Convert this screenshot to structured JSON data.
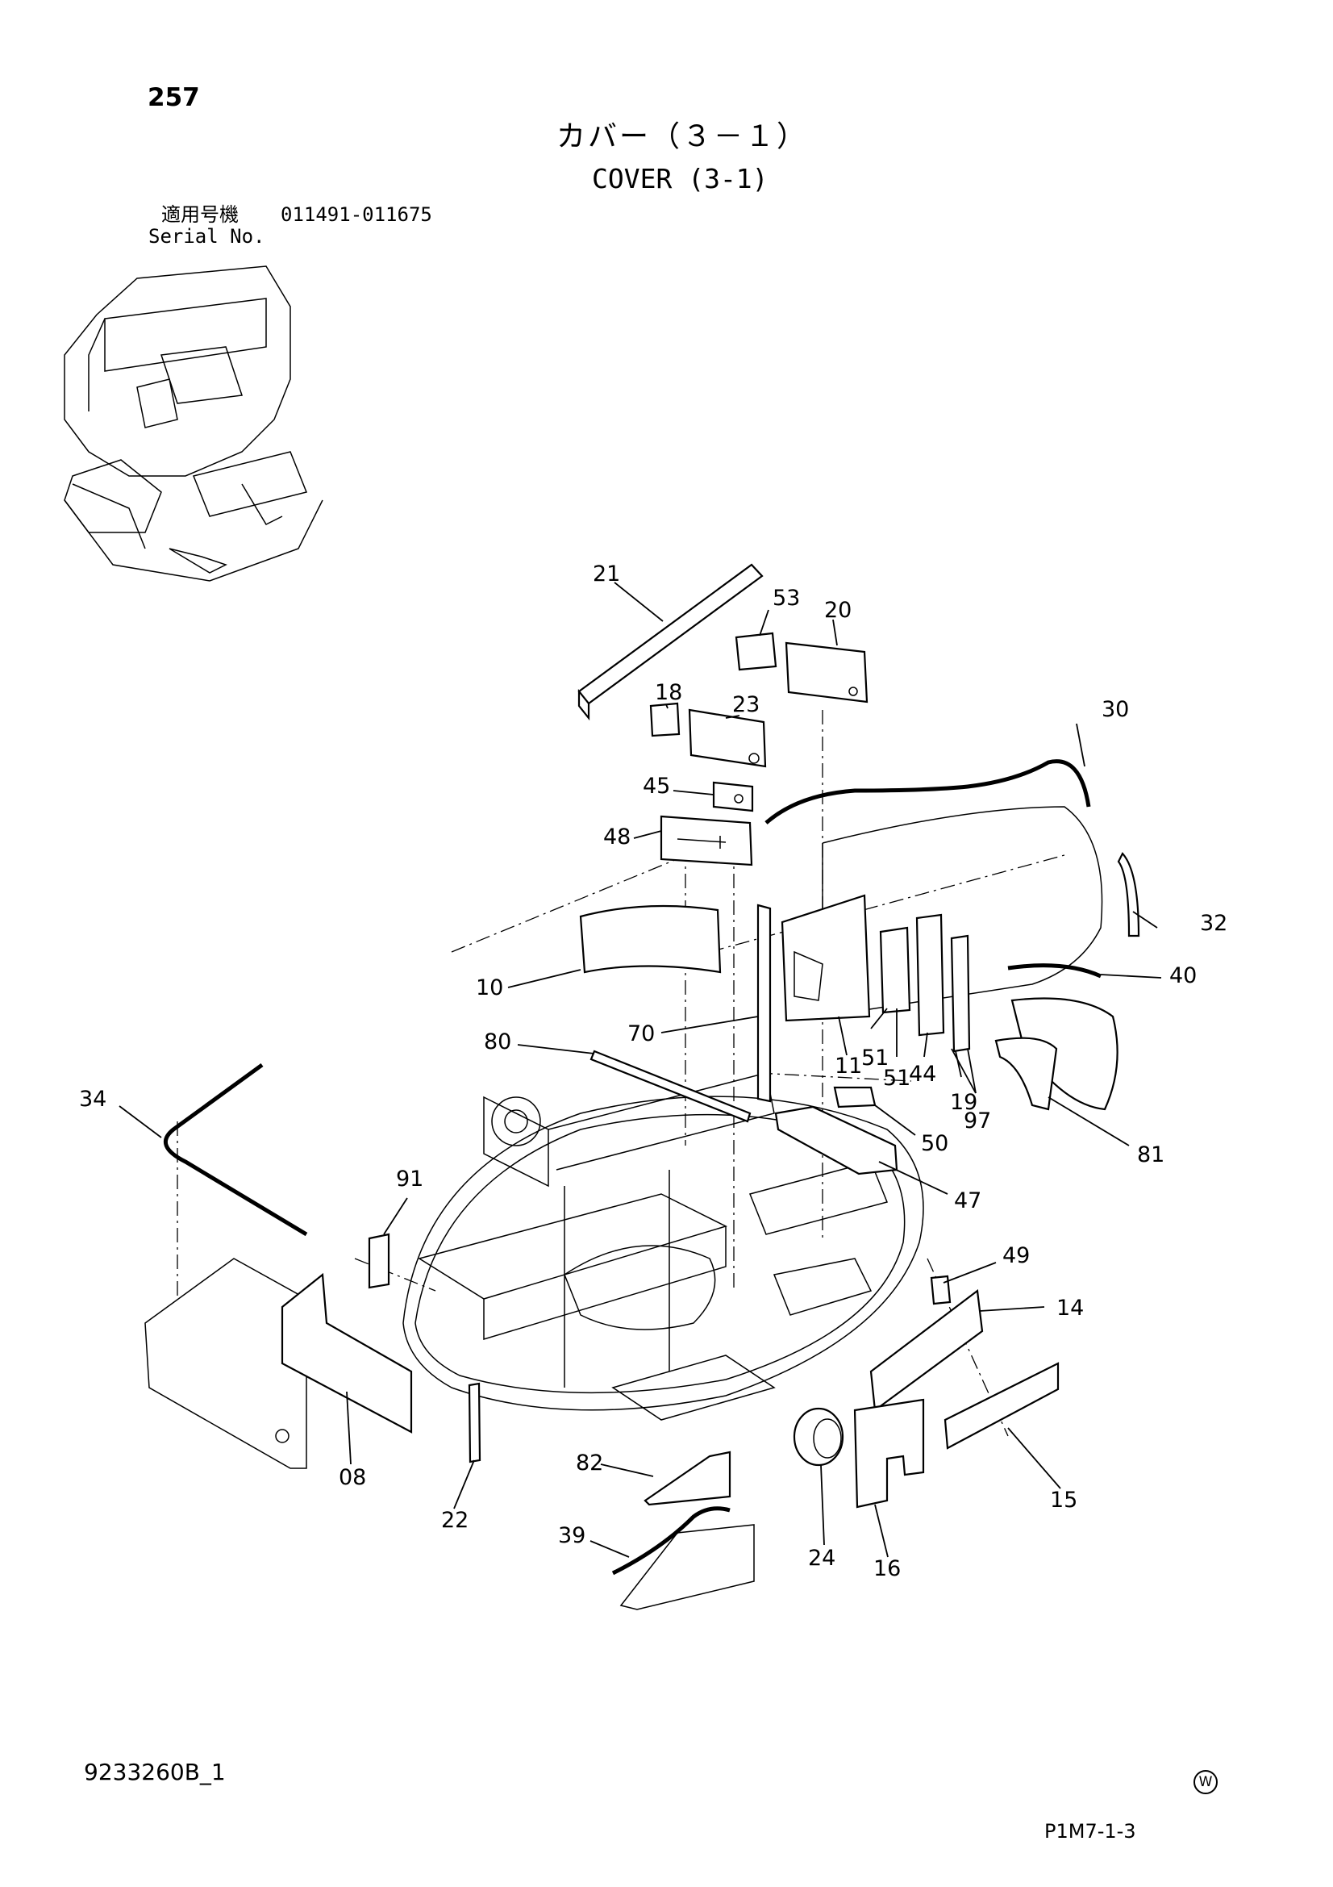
{
  "header": {
    "page_number": "257",
    "title_jp": "カバー（３－１）",
    "title_en": "COVER (3-1)",
    "serial_label_jp": "適用号機",
    "serial_range": "011491-011675",
    "serial_label_en": "Serial No."
  },
  "footer": {
    "doc_code": "9233260B_1",
    "watermark_symbol": "W",
    "page_code": "P1M7-1-3"
  },
  "callouts": {
    "c21": "21",
    "c53": "53",
    "c20": "20",
    "c18": "18",
    "c23": "23",
    "c30": "30",
    "c45": "45",
    "c48": "48",
    "c32": "32",
    "c10": "10",
    "c40": "40",
    "c70": "70",
    "c80": "80",
    "c11": "11",
    "c51a": "51",
    "c51b": "51",
    "c44": "44",
    "c19": "19",
    "c97": "97",
    "c34": "34",
    "c50": "50",
    "c81": "81",
    "c91": "91",
    "c47": "47",
    "c49": "49",
    "c14": "14",
    "c08": "08",
    "c22": "22",
    "c82": "82",
    "c15": "15",
    "c24": "24",
    "c39": "39",
    "c16": "16"
  }
}
